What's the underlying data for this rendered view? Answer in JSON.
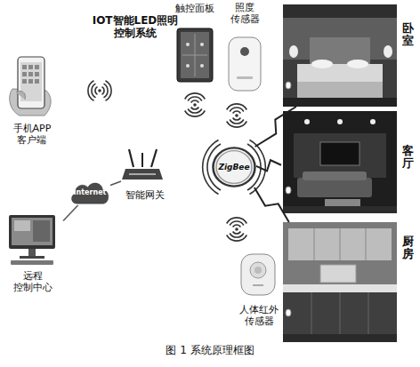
{
  "diagram": {
    "title": "IOT智能LED照明控制系统",
    "caption": "图 1 系统原理框图",
    "nodes": [
      {
        "text": [
          "手机APP 客户端"
        ]
      },
      {
        "text": [
          "触控面板"
        ]
      },
      {
        "text": [
          "照度 传感器"
        ]
      },
      {
        "text": [
          "卧室"
        ]
      },
      {
        "text": [
          "智能网关"
        ]
      },
      {
        "text": [
          "ZigBee"
        ]
      },
      {
        "text": [
          "客厅"
        ]
      },
      {
        "text": [
          "Internet"
        ]
      },
      {
        "text": [
          "远程 控制中心"
        ]
      },
      {
        "text": [
          "厨房"
        ]
      },
      {
        "text": [
          "人体红外 传感器"
        ]
      }
    ],
    "edges": [
      {
        "from": 8,
        "to": 7,
        "arrow": "none"
      },
      {
        "from": 7,
        "to": 4,
        "arrow": "none"
      },
      {
        "from": 5,
        "to": 3,
        "arrow": "none"
      },
      {
        "from": 5,
        "to": 6,
        "arrow": "none"
      },
      {
        "from": 5,
        "to": 9,
        "arrow": "none"
      }
    ]
  }
}
